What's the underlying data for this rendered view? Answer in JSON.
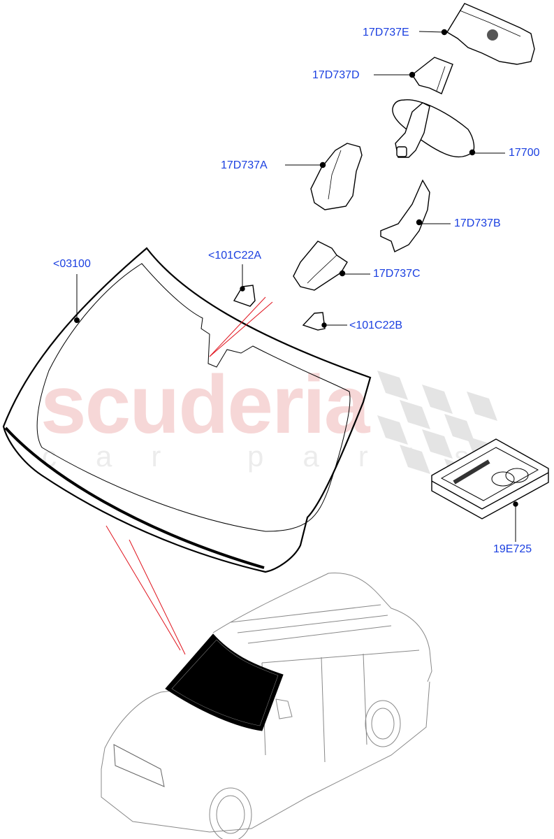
{
  "diagram": {
    "type": "exploded-parts-view",
    "subject": "Windscreen (windshield) and interior mirror components",
    "label_color": "#1a3fe0",
    "highlight_line_color": "#e0141e"
  },
  "watermark": {
    "main": "scuderia",
    "sub": "car parts",
    "main_color": "#f6d7d7",
    "sub_color": "#ececec"
  },
  "parts": [
    {
      "id": "p1",
      "label": "17D737E",
      "description": "mirror cover / sensor housing (upper)"
    },
    {
      "id": "p2",
      "label": "17D737D",
      "description": "mirror cover (small)"
    },
    {
      "id": "p3",
      "label": "17700",
      "description": "interior rear-view mirror"
    },
    {
      "id": "p4",
      "label": "17D737A",
      "description": "mirror cover (left)"
    },
    {
      "id": "p5",
      "label": "17D737B",
      "description": "mirror cover (right)"
    },
    {
      "id": "p6",
      "label": "<03100",
      "description": "windscreen glass"
    },
    {
      "id": "p7",
      "label": "<101C22A",
      "description": "mirror bracket A"
    },
    {
      "id": "p8",
      "label": "17D737C",
      "description": "mirror cover (lower)"
    },
    {
      "id": "p9",
      "label": "<101C22B",
      "description": "mirror bracket B"
    },
    {
      "id": "p10",
      "label": "19E725",
      "description": "windscreen repair / bonding kit"
    }
  ],
  "vehicle": {
    "description": "SUV outline with highlighted windscreen",
    "highlight_color": "#000000"
  }
}
